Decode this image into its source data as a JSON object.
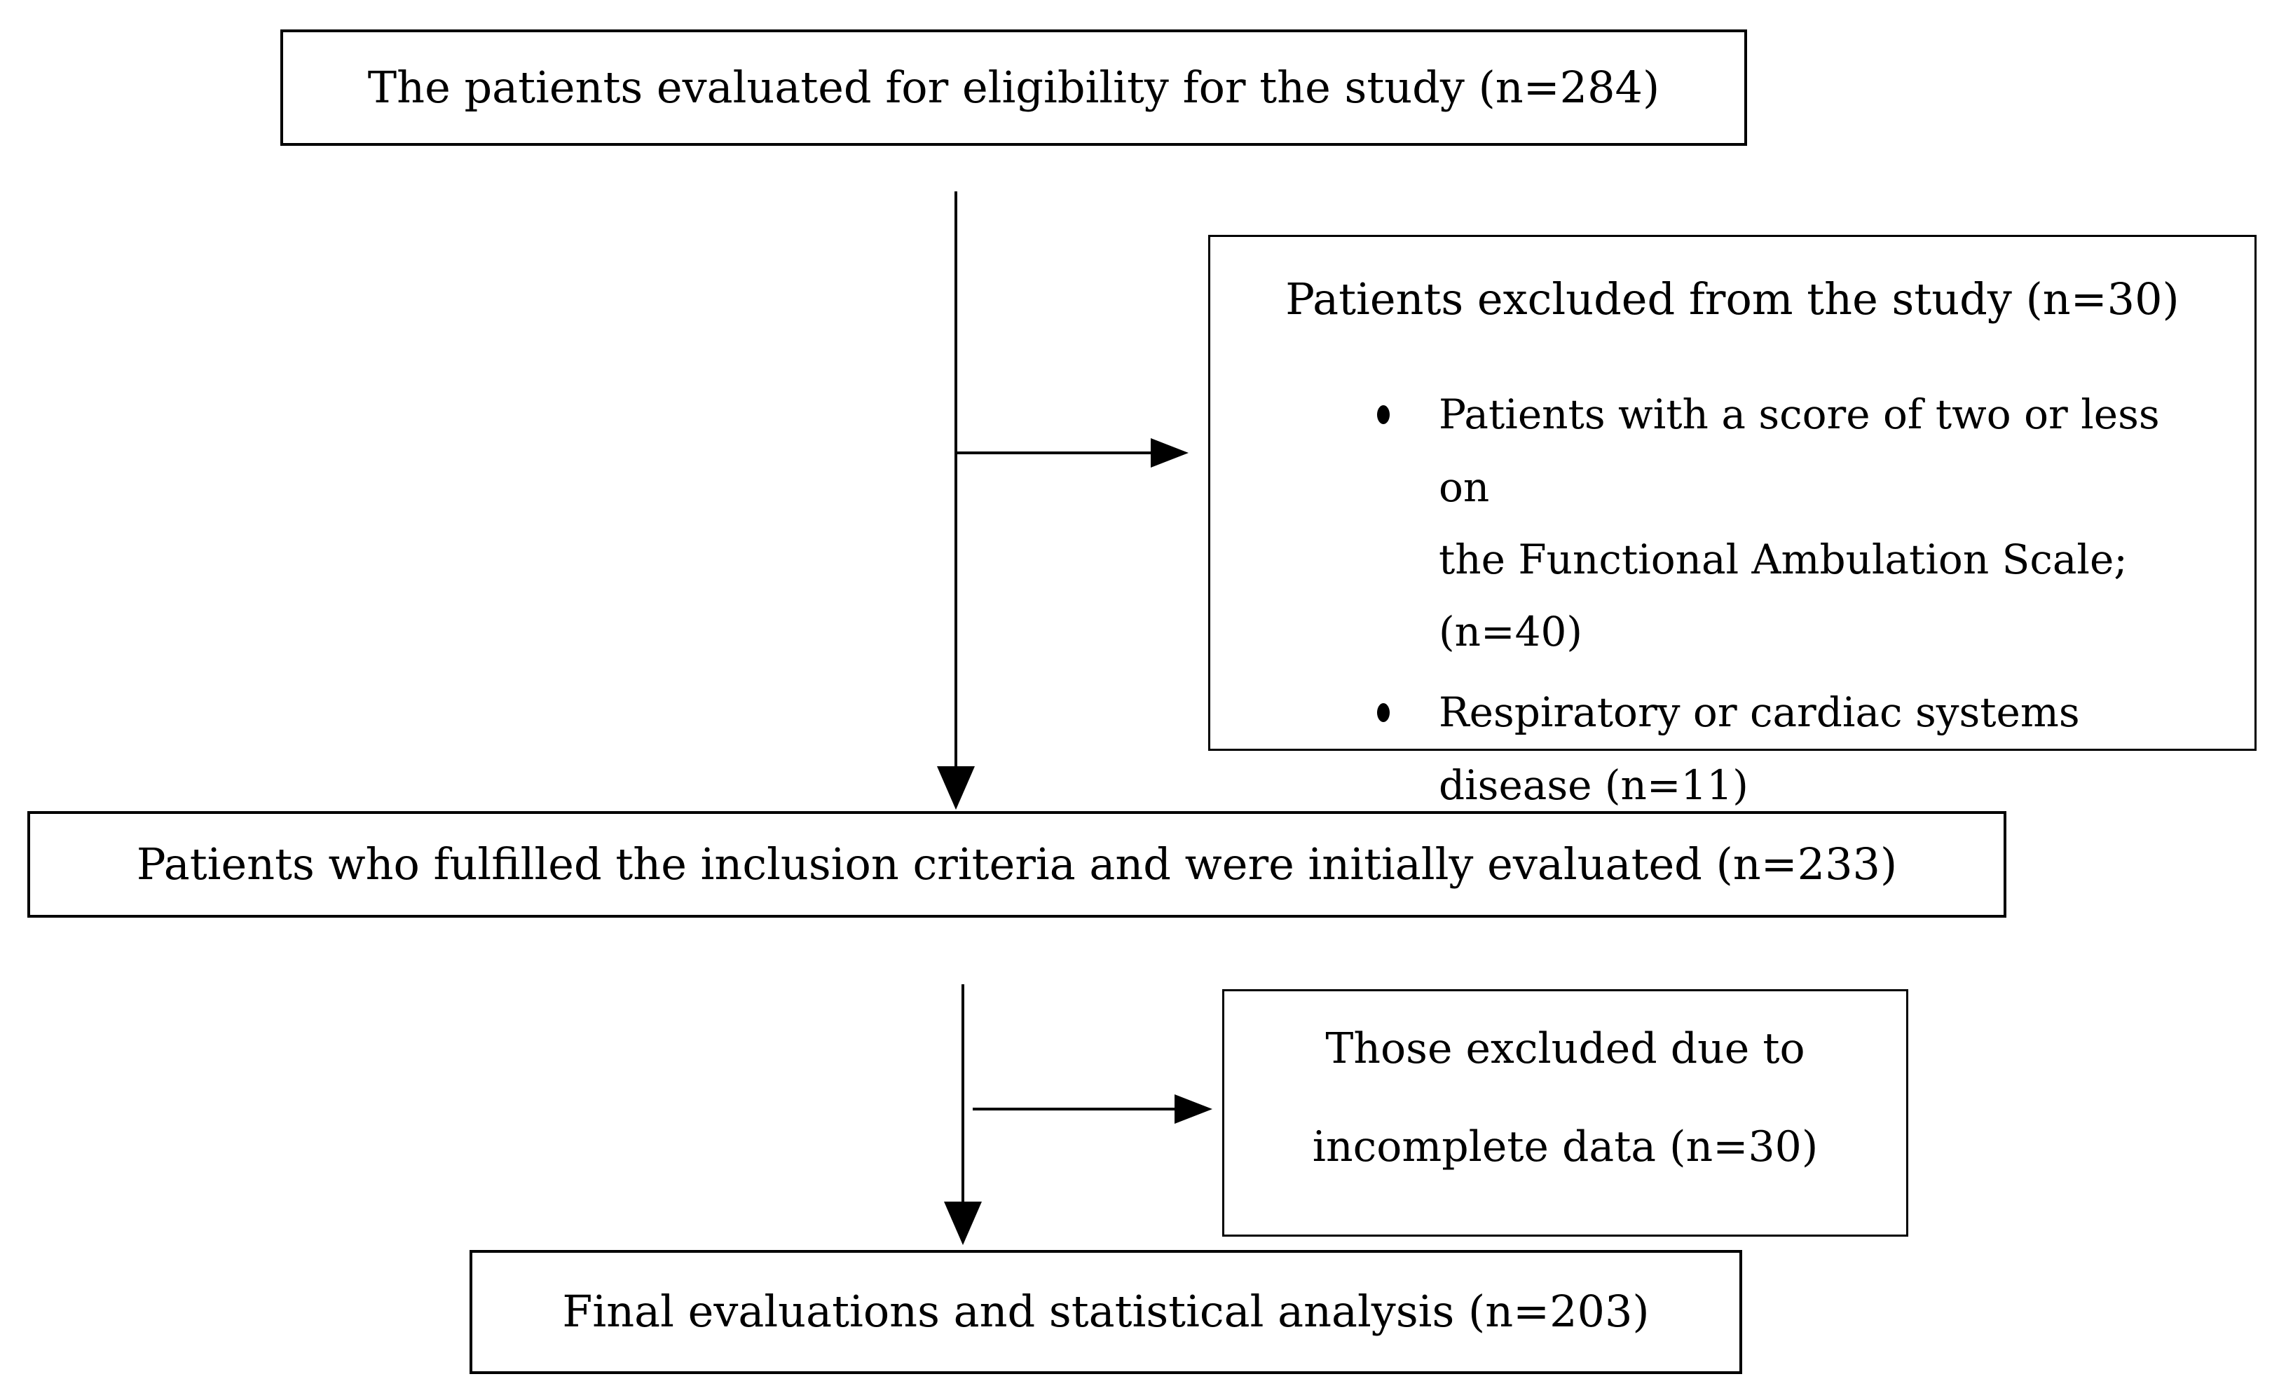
{
  "flowchart": {
    "box_eligibility": {
      "text": "The patients evaluated for eligibility for the study (n=284)"
    },
    "box_excluded_initial": {
      "title": "Patients excluded from the study (n=30)",
      "bullet1": {
        "line1": "Patients with a score of two or less on",
        "line2": "the Functional Ambulation Scale;",
        "line3": "(n=40)"
      },
      "bullet2": {
        "line1": "Respiratory or cardiac systems",
        "line2": "disease (n=11)"
      }
    },
    "box_inclusion": {
      "text": "Patients who fulfilled the inclusion criteria and were initially evaluated (n=233)"
    },
    "box_excluded_incomplete": {
      "line1": "Those excluded due to",
      "line2": "incomplete data (n=30)"
    },
    "box_final": {
      "text": "Final evaluations and statistical analysis (n=203)"
    },
    "colors": {
      "line": "#000000",
      "background": "#ffffff",
      "text": "#000000"
    }
  }
}
